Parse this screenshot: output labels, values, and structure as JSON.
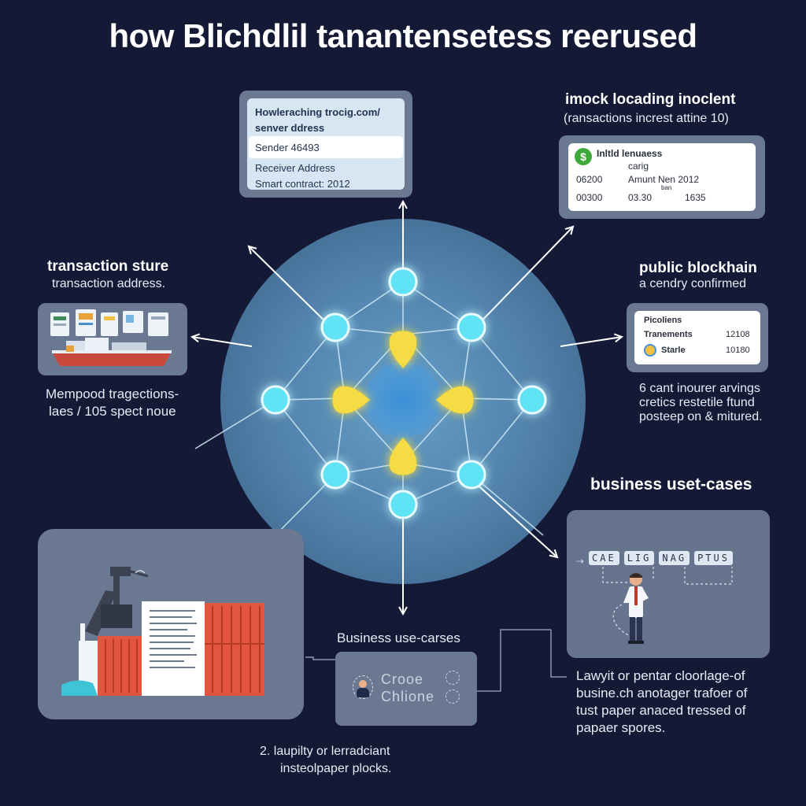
{
  "title": "how Blichdlil tanantensetess reerused",
  "top_card": {
    "line1": "Howleraching trocig.com/",
    "line2": "senver ddress",
    "sender": "Sender 46493",
    "receiver": "Receiver Address",
    "contract": "Smart contract: 2012"
  },
  "top_right": {
    "heading": "imock locading inoclent",
    "sub": "(ransactions increst attine 10)",
    "card": {
      "icon": "$",
      "label1": "Inltld lenuaess",
      "label2": "carig",
      "r1c1": "06200",
      "r1c2": "Amunt Nen 2012",
      "tiny": "ban",
      "r2c1": "00300",
      "r2c2": "03.30",
      "r2c3": "1635"
    }
  },
  "left": {
    "heading": "transaction sture",
    "sub": "transaction address.",
    "caption1": "Mempood tragections-",
    "caption2": "laes / 105 spect noue"
  },
  "right": {
    "heading": "public blockhain",
    "sub": "a cendry confirmed",
    "card": {
      "r1": "Picoliens",
      "r2": "Tranements",
      "r2v": "12108",
      "r3": "Starle",
      "r3v": "10180"
    },
    "caption1": "6 cant inourer arvings",
    "caption2": "cretics restetile ftund",
    "caption3": "posteep on & mitured."
  },
  "business": {
    "heading": "business uset-cases",
    "tokens": [
      "CAE",
      "LIG",
      "NAG",
      "PTUS"
    ],
    "caption1": "Lawyit or pentar cloorlage-of",
    "caption2": "busine.ch anotager trafoer of",
    "caption3": "tust paper anaced tressed of",
    "caption4": "papaer spores."
  },
  "bottom_center": {
    "heading": "Business use-carses",
    "card_text": "Crooe Chlione"
  },
  "bottom_left": {
    "caption1": "2. laupilty or lerradciant",
    "caption2": "insteolpaper plocks."
  },
  "colors": {
    "background": "#141a36",
    "node": "#5fe3f5",
    "drop": "#f5dc45",
    "circle": "#5b8fb8"
  }
}
